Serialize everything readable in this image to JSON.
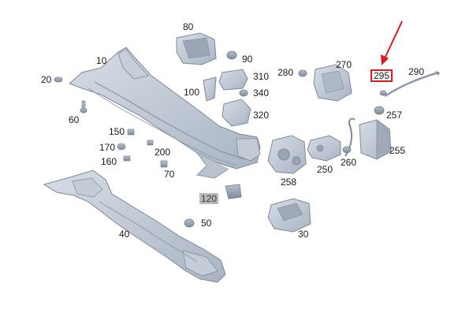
{
  "parts": {
    "p10": "10",
    "p20": "20",
    "p30": "30",
    "p40": "40",
    "p50": "50",
    "p60": "60",
    "p70": "70",
    "p80": "80",
    "p90": "90",
    "p100": "100",
    "p120": "120",
    "p150": "150",
    "p160": "160",
    "p170": "170",
    "p200": "200",
    "p250": "250",
    "p255": "255",
    "p257": "257",
    "p258": "258",
    "p260": "260",
    "p270": "270",
    "p280": "280",
    "p290": "290",
    "p295": "295",
    "p310": "310",
    "p320": "320",
    "p340": "340"
  },
  "highlight": {
    "part": "295",
    "arrow_color": "#e0191b",
    "box_color": "#e0191b"
  },
  "shaded_part": "120"
}
